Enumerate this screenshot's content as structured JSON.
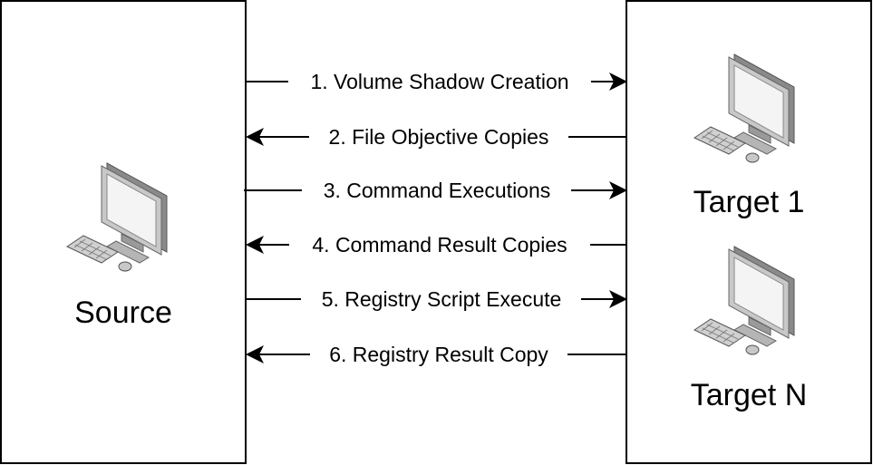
{
  "source": {
    "label": "Source"
  },
  "targets": [
    {
      "label": "Target 1"
    },
    {
      "label": "Target N"
    }
  ],
  "messages": [
    {
      "label": "1. Volume Shadow Creation",
      "direction": "to-target"
    },
    {
      "label": "2. File Objective Copies",
      "direction": "to-source"
    },
    {
      "label": "3. Command Executions",
      "direction": "to-target"
    },
    {
      "label": "4. Command Result Copies",
      "direction": "to-source"
    },
    {
      "label": "5. Registry Script Execute",
      "direction": "to-target"
    },
    {
      "label": "6. Registry Result Copy",
      "direction": "to-source"
    }
  ],
  "icons": {
    "computer": "desktop-computer-icon"
  }
}
